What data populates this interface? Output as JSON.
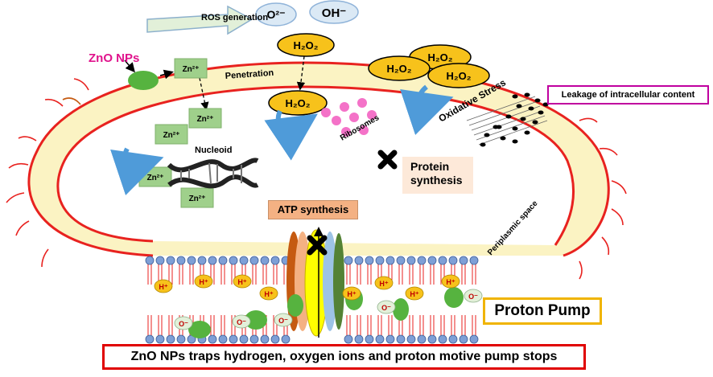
{
  "labels": {
    "zno_nps": "ZnO NPs",
    "ros_generation": "ROS generation",
    "superoxide": "O²⁻",
    "hydroxyl": "OH⁻",
    "h2o2": "H₂O₂",
    "zn_ion": "Zn²⁺",
    "penetration": "Penetration",
    "nucleoid": "Nucleoid",
    "ribosomes": "Ribosomes",
    "protein_synthesis_line1": "Protein",
    "protein_synthesis_line2": "synthesis",
    "oxidative_stress": "Oxidative Stress",
    "leakage": "Leakage of intracellular content",
    "atp_synthesis": "ATP synthesis",
    "periplasmic_space": "Periplasmic space",
    "h_plus": "H⁺",
    "o_minus": "O⁻",
    "proton_pump": "Proton Pump",
    "caption": "ZnO NPs traps hydrogen, oxygen ions and proton motive pump stops"
  },
  "colors": {
    "membrane_outline": "#e8221f",
    "membrane_fill": "#fbf3c3",
    "zn_box": "#9fd08b",
    "h2o2_fill": "#f7c21b",
    "nanoparticle": "#56b33f",
    "ribosome": "#f472c8",
    "ros_arrow": "#e2f0d9",
    "ion_bubble": "#dbe9f5",
    "atp_box": "#f4b183",
    "protein_box": "#fde9d9",
    "lipid_head": "#7e9fd6",
    "leakage_border": "#c0009f",
    "proton_pump_border": "#f0b400",
    "caption_border": "#e00000",
    "zno_text": "#e0138c"
  }
}
